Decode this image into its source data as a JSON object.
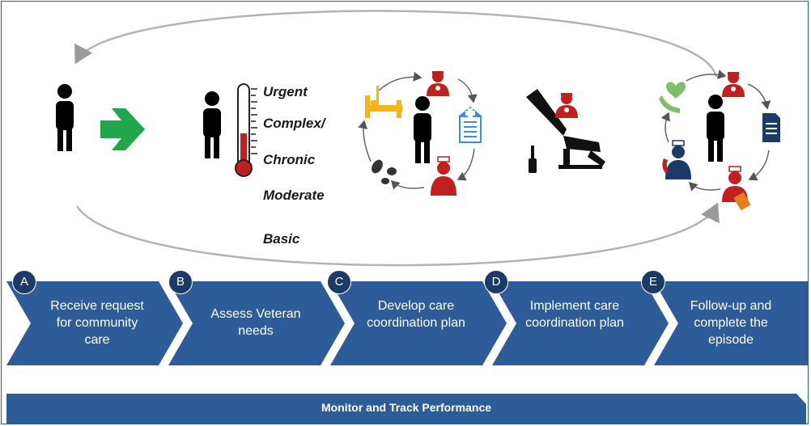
{
  "severity_levels": [
    "Urgent",
    "Complex/",
    "Chronic",
    "Moderate",
    "Basic"
  ],
  "steps": [
    {
      "badge": "A",
      "label": "Receive request for community care"
    },
    {
      "badge": "B",
      "label": "Assess Veteran needs"
    },
    {
      "badge": "C",
      "label": "Develop care coordination plan"
    },
    {
      "badge": "D",
      "label": "Implement care coordination plan"
    },
    {
      "badge": "E",
      "label": "Follow-up and complete the episode"
    }
  ],
  "footer": {
    "label": "Monitor and Track Performance"
  },
  "colors": {
    "chevron": "#2e5c99",
    "badge": "#1c3a66",
    "red": "#c0201f",
    "green": "#21a64a",
    "accent_blue": "#3c8fd8",
    "accent_orange": "#f4b41a"
  },
  "icons": [
    "person-icon",
    "arrow-right-icon",
    "thermometer-icon",
    "bed-icon",
    "doctor-icon",
    "hospital-icon",
    "nurse-icon",
    "pills-icon",
    "dental-chair-icon",
    "heart-hands-icon",
    "document-icon",
    "phone-icon"
  ]
}
